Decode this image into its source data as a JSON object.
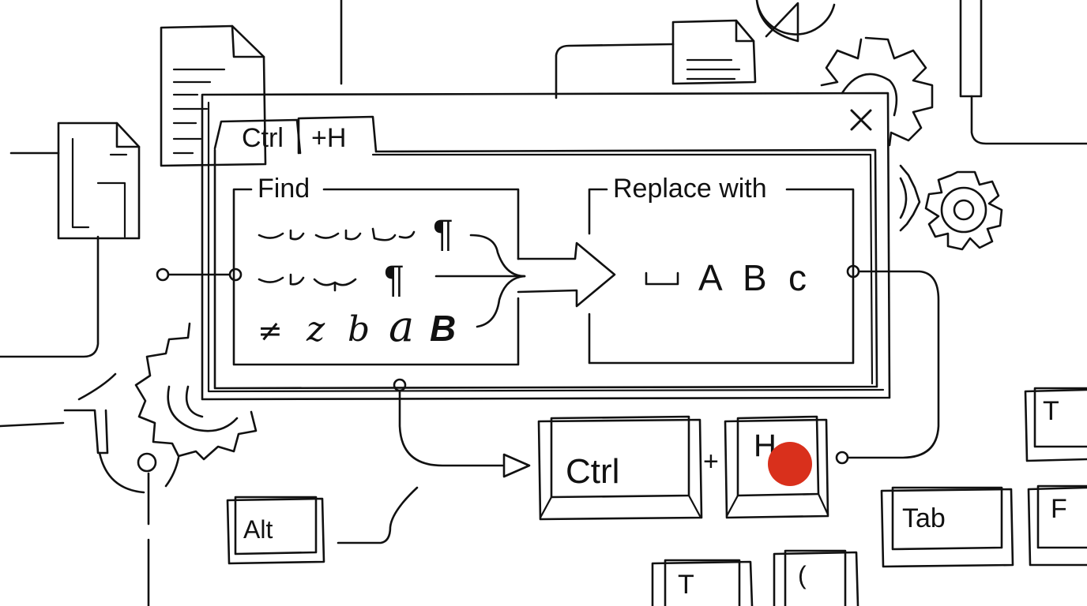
{
  "dialog": {
    "tabs": [
      {
        "label": "Ctrl"
      },
      {
        "label": "+H"
      }
    ],
    "find_label": "Find",
    "replace_label": "Replace with",
    "find_symbols": {
      "row1_mark": "¶",
      "row2_mark": "¶",
      "row3": [
        "≠",
        "z",
        "b",
        "a",
        "B"
      ]
    },
    "replace_symbols": [
      "A",
      "B",
      "c"
    ]
  },
  "shortcut": {
    "ctrl_key": "Ctrl",
    "plus": "+",
    "h_key": "H",
    "highlight_color": "#d9301c"
  },
  "keys": {
    "alt": "Alt",
    "tab": "Tab",
    "t_top": "T",
    "f": "F",
    "t_bottom": "T",
    "partial": "("
  },
  "icons": [
    "close-icon",
    "gear-icon",
    "document-icon",
    "pie-chart-icon",
    "arrow-right-icon"
  ]
}
